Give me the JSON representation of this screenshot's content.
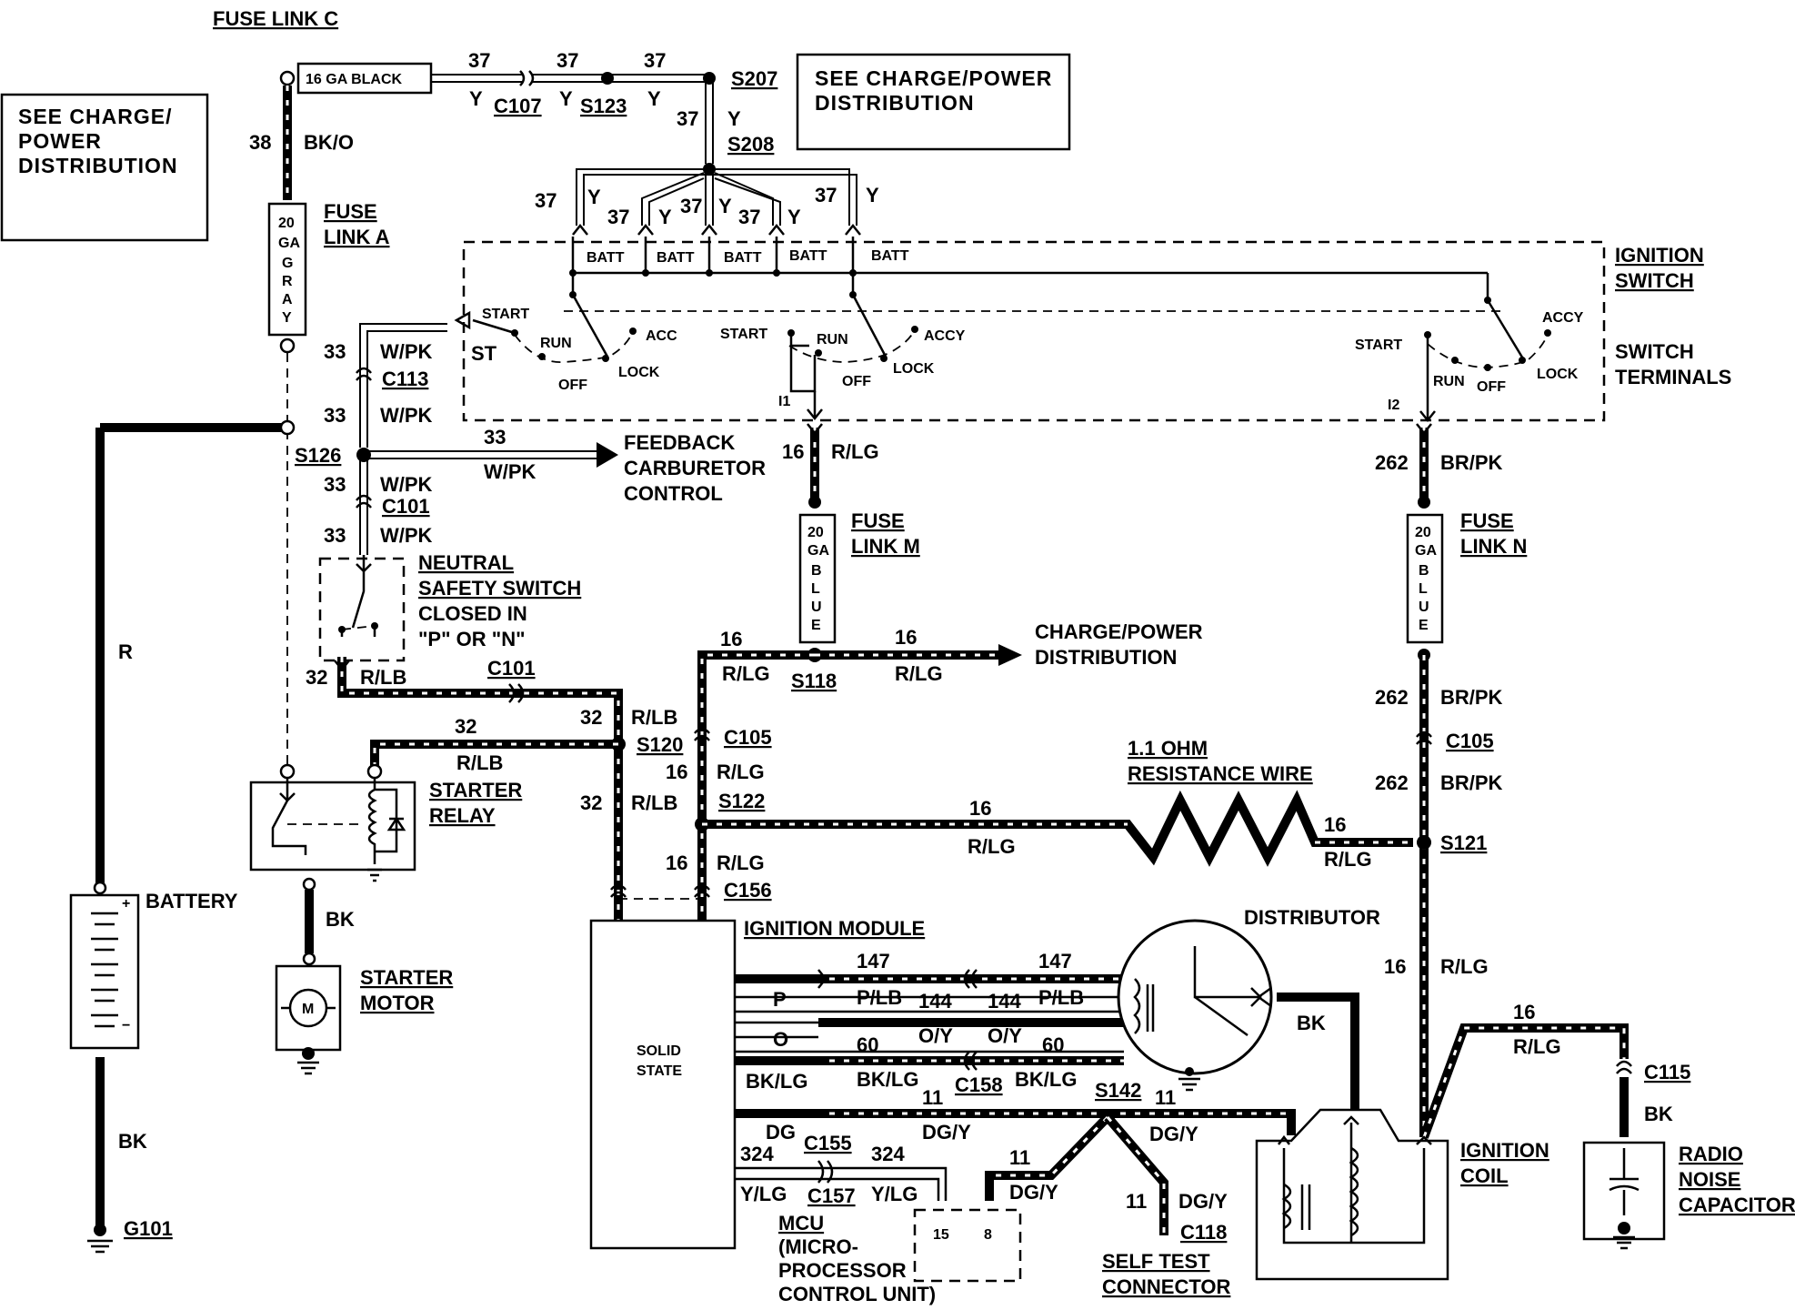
{
  "title": "",
  "labels": {
    "fuse_link_c": "FUSE LINK C",
    "fuse_link_c_ga": "16 GA BLACK",
    "see_charge_left_1": "SEE CHARGE/",
    "see_charge_left_2": "POWER",
    "see_charge_left_3": "DISTRIBUTION",
    "see_charge_right_1": "SEE CHARGE/POWER",
    "see_charge_right_2": "DISTRIBUTION",
    "fuse_link_a_1": "FUSE",
    "fuse_link_a_2": "LINK A",
    "fuse_a_text": "20 GA GRAY",
    "ignition_switch_1": "IGNITION",
    "ignition_switch_2": "SWITCH",
    "switch_terminals_1": "SWITCH",
    "switch_terminals_2": "TERMINALS",
    "batt": "BATT",
    "start": "START",
    "st": "ST",
    "run": "RUN",
    "off": "OFF",
    "acc": "ACC",
    "accy": "ACCY",
    "lock": "LOCK",
    "i1": "I1",
    "i2": "I2",
    "feedback_1": "FEEDBACK",
    "feedback_2": "CARBURETOR",
    "feedback_3": "CONTROL",
    "fuse_link_m_1": "FUSE",
    "fuse_link_m_2": "LINK M",
    "fuse_m_text": "20 GA BLUE",
    "fuse_link_n_1": "FUSE",
    "fuse_link_n_2": "LINK N",
    "fuse_n_text": "20 GA BLUE",
    "neutral_1": "NEUTRAL",
    "neutral_2": "SAFETY SWITCH",
    "neutral_3": "CLOSED IN",
    "neutral_4": "\"P\" OR \"N\"",
    "charge_power_1": "CHARGE/POWER",
    "charge_power_2": "DISTRIBUTION",
    "resistance_1": "1.1 OHM",
    "resistance_2": "RESISTANCE WIRE",
    "starter_relay_1": "STARTER",
    "starter_relay_2": "RELAY",
    "battery": "BATTERY",
    "starter_motor_1": "STARTER",
    "starter_motor_2": "MOTOR",
    "motor_m": "M",
    "ignition_module": "IGNITION MODULE",
    "solid_state_1": "SOLID",
    "solid_state_2": "STATE",
    "distributor": "DISTRIBUTOR",
    "ignition_coil_1": "IGNITION",
    "ignition_coil_2": "COIL",
    "radio_1": "RADIO",
    "radio_2": "NOISE",
    "radio_3": "CAPACITOR",
    "mcu_1": "MCU",
    "mcu_2": "(MICRO-",
    "mcu_3": "PROCESSOR",
    "mcu_4": "CONTROL UNIT)",
    "mcu_pin_15": "15",
    "mcu_pin_8": "8",
    "self_test_1": "SELF TEST",
    "self_test_2": "CONNECTOR",
    "g101": "G101"
  },
  "connectors": {
    "c107": "C107",
    "s123": "S123",
    "s207": "S207",
    "s208": "S208",
    "c113": "C113",
    "s126": "S126",
    "c101": "C101",
    "c101b": "C101",
    "s118": "S118",
    "c105": "C105",
    "c105b": "C105",
    "s120": "S120",
    "s122": "S122",
    "s121": "S121",
    "c156": "C156",
    "c158": "C158",
    "s142": "S142",
    "c155": "C155",
    "c157": "C157",
    "c118": "C118",
    "c115": "C115"
  },
  "wires": {
    "w37": "37",
    "w38": "38",
    "w33": "33",
    "w32": "32",
    "w16": "16",
    "w262": "262",
    "w147": "147",
    "w144": "144",
    "w60": "60",
    "w11": "11",
    "w324": "324",
    "y": "Y",
    "bko": "BK/O",
    "wpk": "W/PK",
    "rlg": "R/LG",
    "brpk": "BR/PK",
    "rlb": "R/LB",
    "r": "R",
    "bk": "BK",
    "p": "P",
    "o": "O",
    "plb": "P/LB",
    "oy": "O/Y",
    "bklg": "BK/LG",
    "dg": "DG",
    "dgy": "DG/Y",
    "ylg": "Y/LG"
  }
}
